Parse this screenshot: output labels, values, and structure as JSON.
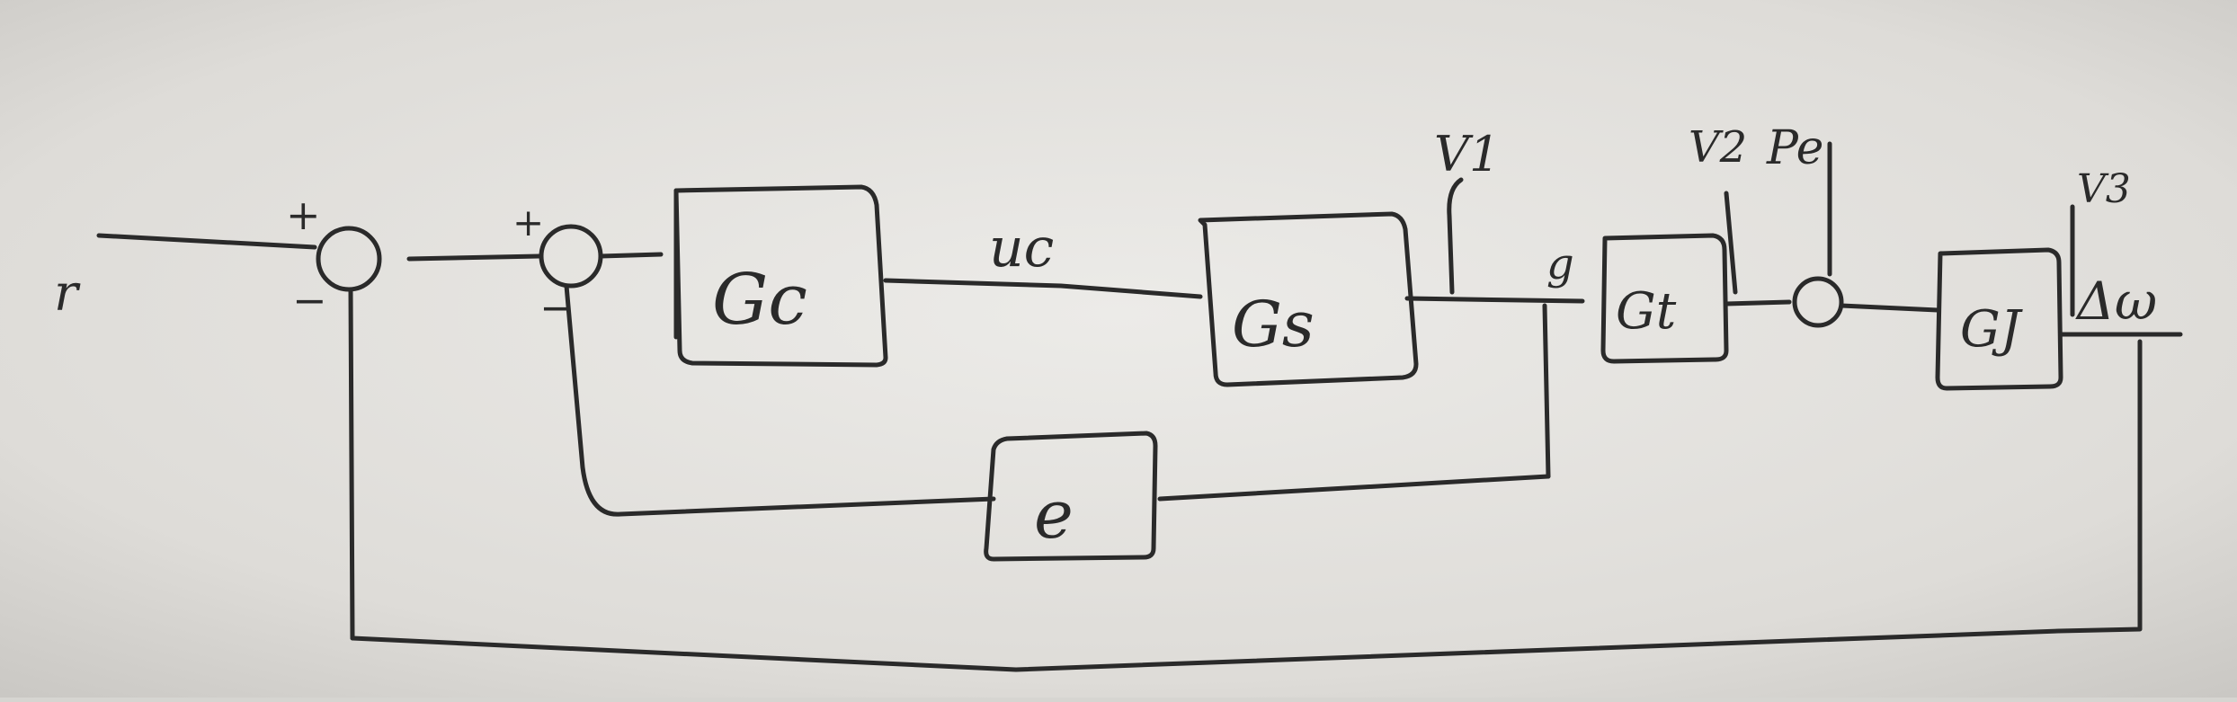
{
  "diagram": {
    "input_label": "r",
    "summing_junction_1": {
      "top_sign": "+",
      "bottom_sign": "−"
    },
    "summing_junction_2": {
      "top_sign": "+",
      "bottom_sign": "−"
    },
    "blocks": {
      "controller": "Gc",
      "plant": "Gs",
      "turbine": "Gt",
      "generator": "GJ",
      "feedback": "e"
    },
    "signals": {
      "control": "uc",
      "intermediate": "g",
      "output": "Δω"
    },
    "disturbances": {
      "v1": "V1",
      "v2": "V2",
      "v3": "V3",
      "pe": "Pe"
    }
  }
}
